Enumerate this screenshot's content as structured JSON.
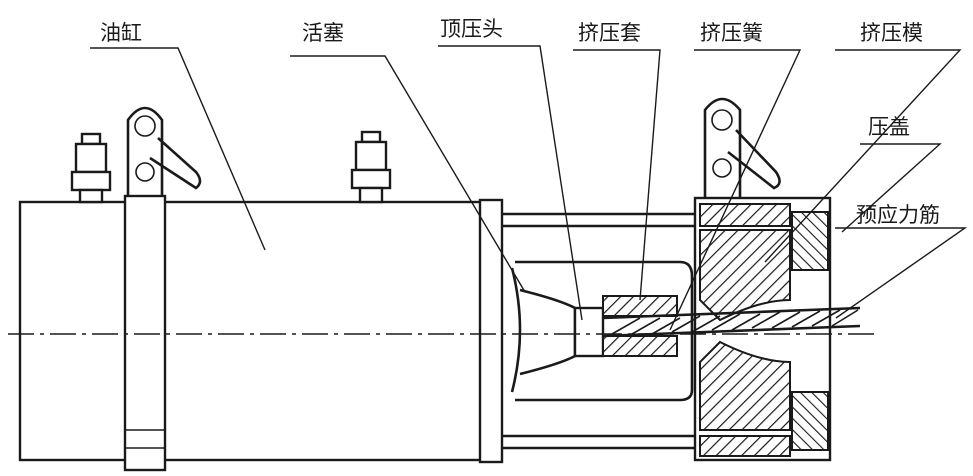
{
  "diagram": {
    "labels": {
      "cylinder": "油缸",
      "piston": "活塞",
      "top_press_head": "顶压头",
      "extrusion_sleeve": "挤压套",
      "extrusion_spring": "挤压簧",
      "extrusion_die": "挤压模",
      "press_cover": "压盖",
      "prestressed_tendon": "预应力筋"
    }
  }
}
